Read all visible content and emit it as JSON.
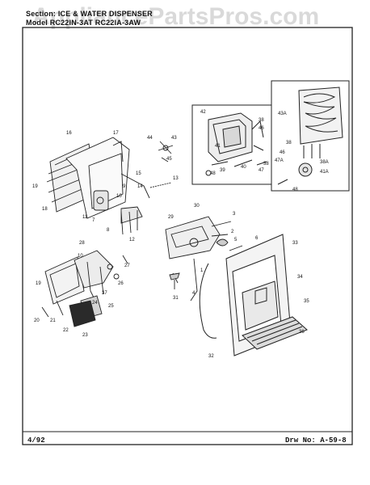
{
  "header": {
    "watermark": "AppliancePartsPros.com",
    "section_label": "Section:",
    "section_title": "ICE & WATER DISPENSER",
    "model_label": "Model",
    "model_values": "RC22IN-3AT RC22IA-3AW"
  },
  "footer": {
    "date": "4/92",
    "drawing_label": "Drw No:",
    "drawing_number": "A-59-8"
  },
  "callouts": [
    "1",
    "2",
    "3",
    "4",
    "5",
    "6",
    "7",
    "8",
    "9",
    "10",
    "11",
    "12",
    "13",
    "14",
    "15",
    "16",
    "17",
    "18",
    "19",
    "20",
    "21",
    "22",
    "23",
    "24",
    "25",
    "26",
    "27",
    "28",
    "29",
    "30",
    "31",
    "32",
    "33",
    "34",
    "35",
    "36",
    "37",
    "38",
    "38A",
    "39",
    "40",
    "41",
    "41A",
    "42",
    "43",
    "43A",
    "44",
    "45",
    "46",
    "47",
    "47A",
    "48"
  ]
}
